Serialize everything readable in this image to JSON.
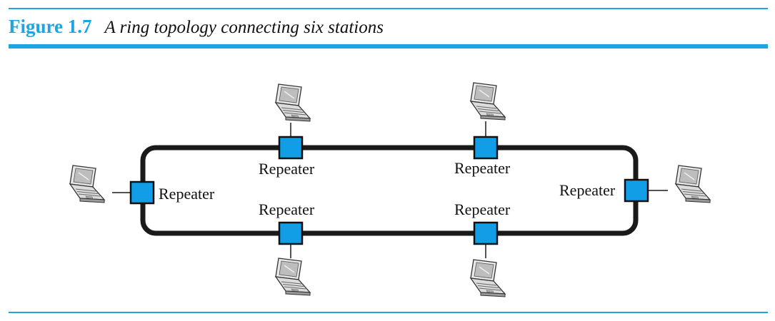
{
  "figure": {
    "number": "Figure 1.7",
    "title": "A ring topology connecting six stations"
  },
  "colors": {
    "accent": "#1ea3e3",
    "repeater_fill": "#119ee6",
    "ring": "#1a1a1a"
  },
  "diagram": {
    "repeater_label": "Repeater",
    "repeaters": [
      {
        "id": "top-left",
        "label": "Repeater"
      },
      {
        "id": "top-right",
        "label": "Repeater"
      },
      {
        "id": "left",
        "label": "Repeater"
      },
      {
        "id": "right",
        "label": "Repeater"
      },
      {
        "id": "bottom-left",
        "label": "Repeater"
      },
      {
        "id": "bottom-right",
        "label": "Repeater"
      }
    ],
    "station_icon": "laptop-icon"
  }
}
